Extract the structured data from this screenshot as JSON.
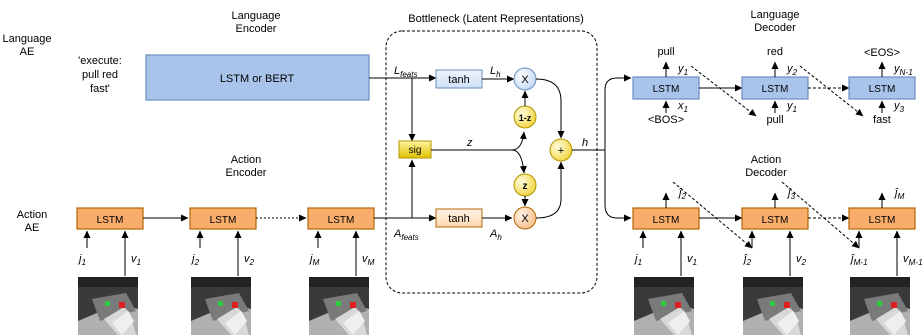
{
  "labels": {
    "language_ae": [
      "Language",
      "AE"
    ],
    "language_encoder": [
      "Language",
      "Encoder"
    ],
    "bottleneck": "Bottleneck (Latent Representations)",
    "language_decoder": [
      "Language",
      "Decoder"
    ],
    "action_encoder": [
      "Action",
      "Encoder"
    ],
    "action_decoder": [
      "Action",
      "Decoder"
    ],
    "action_ae": [
      "Action",
      "AE"
    ],
    "command": [
      "'execute:",
      "pull red",
      "fast'"
    ]
  },
  "blocks": {
    "lstm_or_bert": "LSTM or BERT",
    "lstm": "LSTM",
    "tanh": "tanh",
    "sig": "sig"
  },
  "ops": {
    "mult": "X",
    "one_minus_z": "1-z",
    "z": "z",
    "plus": "+"
  },
  "vars": {
    "L_feats": {
      "base": "L",
      "sub": "feats"
    },
    "L_h": {
      "base": "L",
      "sub": "h"
    },
    "A_feats": {
      "base": "A",
      "sub": "feats"
    },
    "A_h": {
      "base": "A",
      "sub": "h"
    },
    "z": "z",
    "h": "h"
  },
  "lang_decoder_tokens": {
    "out": [
      "pull",
      "red",
      "<EOS>"
    ],
    "y_out": [
      {
        "b": "y",
        "s": "1"
      },
      {
        "b": "y",
        "s": "2"
      },
      {
        "b": "y",
        "s": "N-1"
      }
    ],
    "in": [
      "<BOS>",
      "pull",
      "fast"
    ],
    "x_in": [
      {
        "b": "x",
        "s": "1"
      },
      {
        "b": "y",
        "s": "1"
      },
      {
        "b": "y",
        "s": "3"
      }
    ]
  },
  "action_encoder_inputs": [
    {
      "j": {
        "b": "j",
        "s": "1"
      },
      "v": {
        "b": "v",
        "s": "1"
      }
    },
    {
      "j": {
        "b": "j",
        "s": "2"
      },
      "v": {
        "b": "v",
        "s": "2"
      }
    },
    {
      "j": {
        "b": "j",
        "s": "M"
      },
      "v": {
        "b": "v",
        "s": "M"
      }
    }
  ],
  "action_decoder_outputs": [
    {
      "b": "ĵ",
      "s": "2"
    },
    {
      "b": "ĵ",
      "s": "3"
    },
    {
      "b": "ĵ",
      "s": "M"
    }
  ],
  "action_decoder_inputs": [
    {
      "j": {
        "b": "j",
        "s": "1"
      },
      "v": {
        "b": "v",
        "s": "1"
      }
    },
    {
      "j": {
        "b": "ĵ",
        "s": "2"
      },
      "v": {
        "b": "v",
        "s": "2"
      }
    },
    {
      "j": {
        "b": "ĵ",
        "s": "M-1"
      },
      "v": {
        "b": "v",
        "s": "M-1"
      }
    }
  ],
  "colors": {
    "blue_fill": "#a9c4eb",
    "blue_stroke": "#6c8ebf",
    "orange_fill": "#f8ad6c",
    "orange_stroke": "#b46504",
    "light_blue_fill": "#dae8fc",
    "light_orange_fill": "#ffe6cc",
    "yellow_fill": "#e3c800",
    "yellow_stroke": "#b09500",
    "circle_yellow_fill": "#fff2a8"
  }
}
